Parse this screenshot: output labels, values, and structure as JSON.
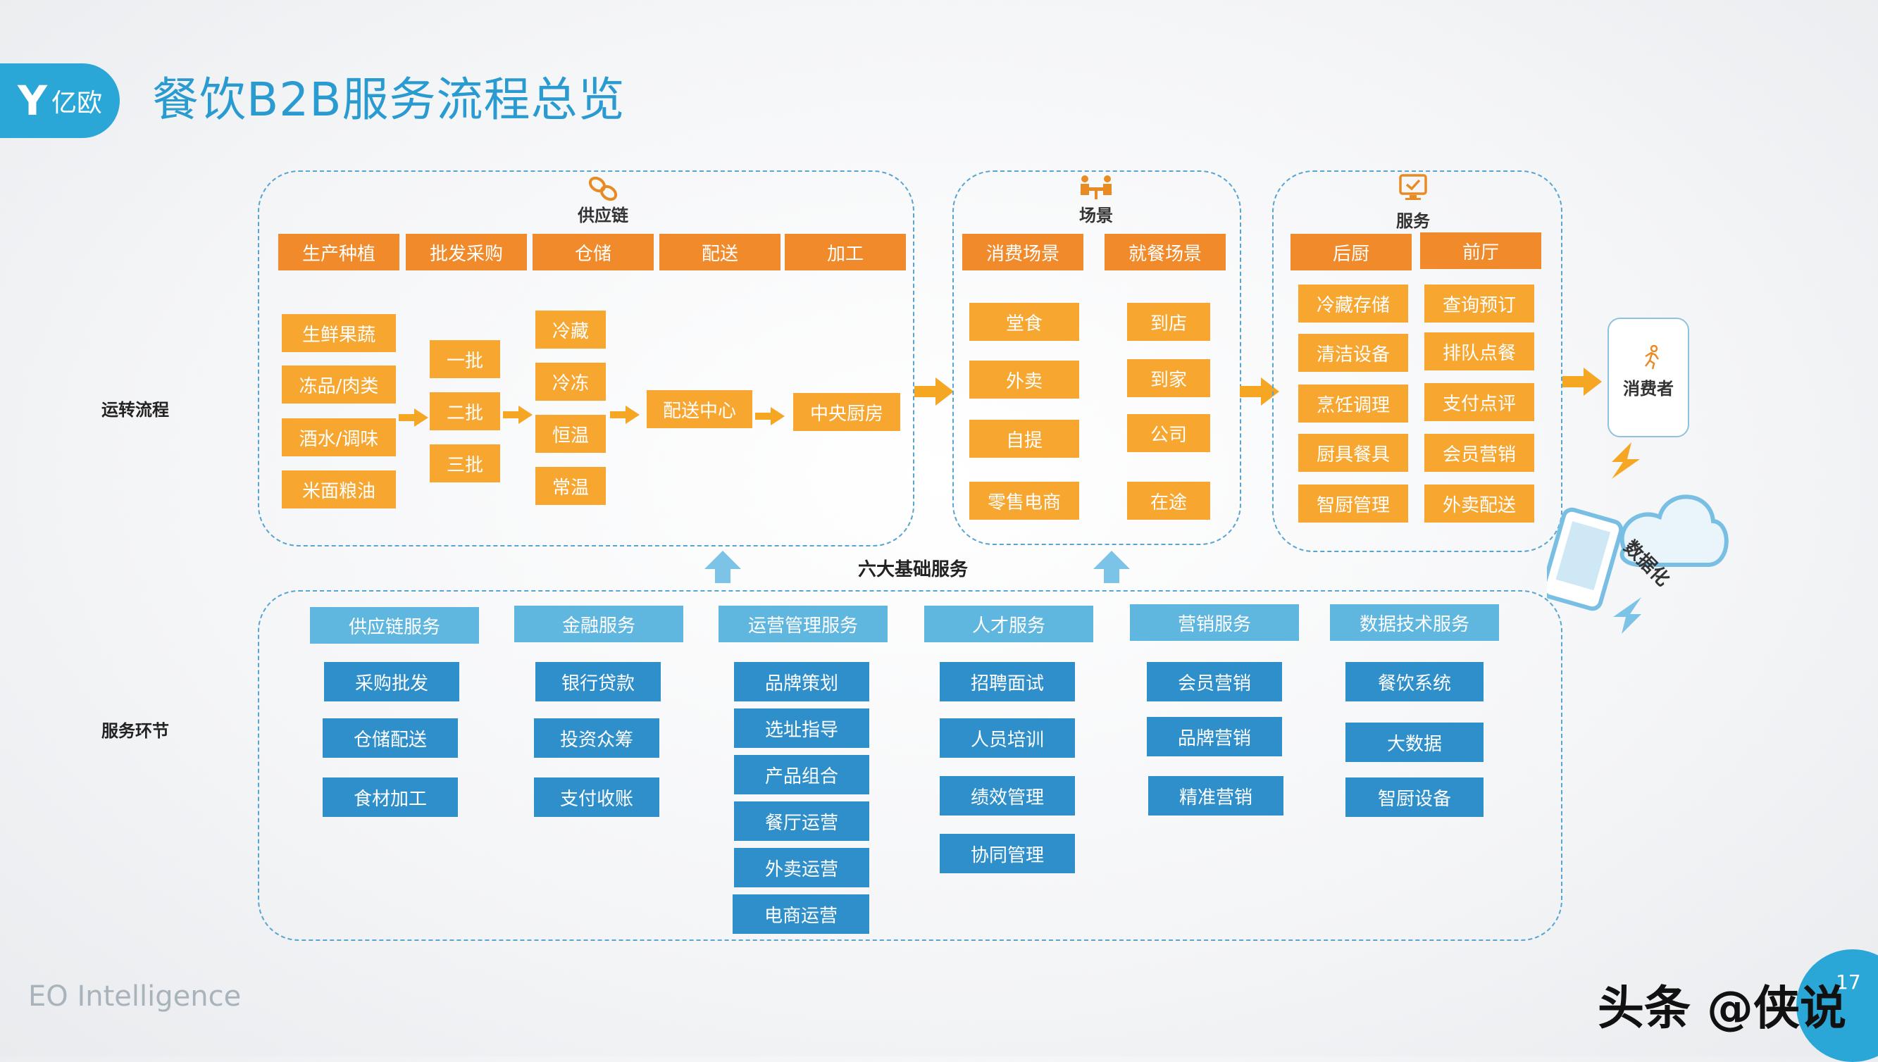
{
  "header": {
    "logo_mark": "Y",
    "logo_text": "亿欧",
    "title": "餐饮B2B服务流程总览"
  },
  "row_labels": {
    "operation": "运转流程",
    "service": "服务环节"
  },
  "supply_chain": {
    "label": "供应链",
    "icon": "chain-link-icon",
    "headers": [
      "生产种植",
      "批发采购",
      "仓储",
      "配送",
      "加工"
    ],
    "produce": [
      "生鲜果蔬",
      "冻品/肉类",
      "酒水/调味",
      "米面粮油"
    ],
    "wholesale": [
      "一批",
      "二批",
      "三批"
    ],
    "storage": [
      "冷藏",
      "冷冻",
      "恒温",
      "常温"
    ],
    "delivery_center": "配送中心",
    "central_kitchen": "中央厨房"
  },
  "scene": {
    "label": "场景",
    "icon": "people-table-icon",
    "headers": [
      "消费场景",
      "就餐场景"
    ],
    "consumption": [
      "堂食",
      "外卖",
      "自提",
      "零售电商"
    ],
    "dining": [
      "到店",
      "到家",
      "公司",
      "在途"
    ]
  },
  "service": {
    "label": "服务",
    "icon": "monitor-check-icon",
    "headers": [
      "后厨",
      "前厅"
    ],
    "kitchen": [
      "冷藏存储",
      "清洁设备",
      "烹饪调理",
      "厨具餐具",
      "智厨管理"
    ],
    "front": [
      "查询预订",
      "排队点餐",
      "支付点评",
      "会员营销",
      "外卖配送"
    ]
  },
  "consumer": {
    "label": "消费者",
    "icon": "person-running-icon"
  },
  "digital": {
    "label": "数据化",
    "icon": "phone-cloud-icon"
  },
  "foundation": {
    "title": "六大基础服务",
    "columns": [
      {
        "header": "供应链服务",
        "items": [
          "采购批发",
          "仓储配送",
          "食材加工"
        ]
      },
      {
        "header": "金融服务",
        "items": [
          "银行贷款",
          "投资众筹",
          "支付收账"
        ]
      },
      {
        "header": "运营管理服务",
        "items": [
          "品牌策划",
          "选址指导",
          "产品组合",
          "餐厅运营",
          "外卖运营",
          "电商运营"
        ]
      },
      {
        "header": "人才服务",
        "items": [
          "招聘面试",
          "人员培训",
          "绩效管理",
          "协同管理"
        ]
      },
      {
        "header": "营销服务",
        "items": [
          "会员营销",
          "品牌营销",
          "精准营销"
        ]
      },
      {
        "header": "数据技术服务",
        "items": [
          "餐饮系统",
          "大数据",
          "智厨设备"
        ]
      }
    ]
  },
  "footer": {
    "brand": "EO Intelligence",
    "page": "17",
    "watermark": "头条 @侠说"
  },
  "colors": {
    "brand_blue": "#2aa7d6",
    "orange_header": "#f08a2a",
    "orange_box": "#f7a630",
    "blue_header": "#5fb6df",
    "blue_box": "#2f8fca"
  }
}
